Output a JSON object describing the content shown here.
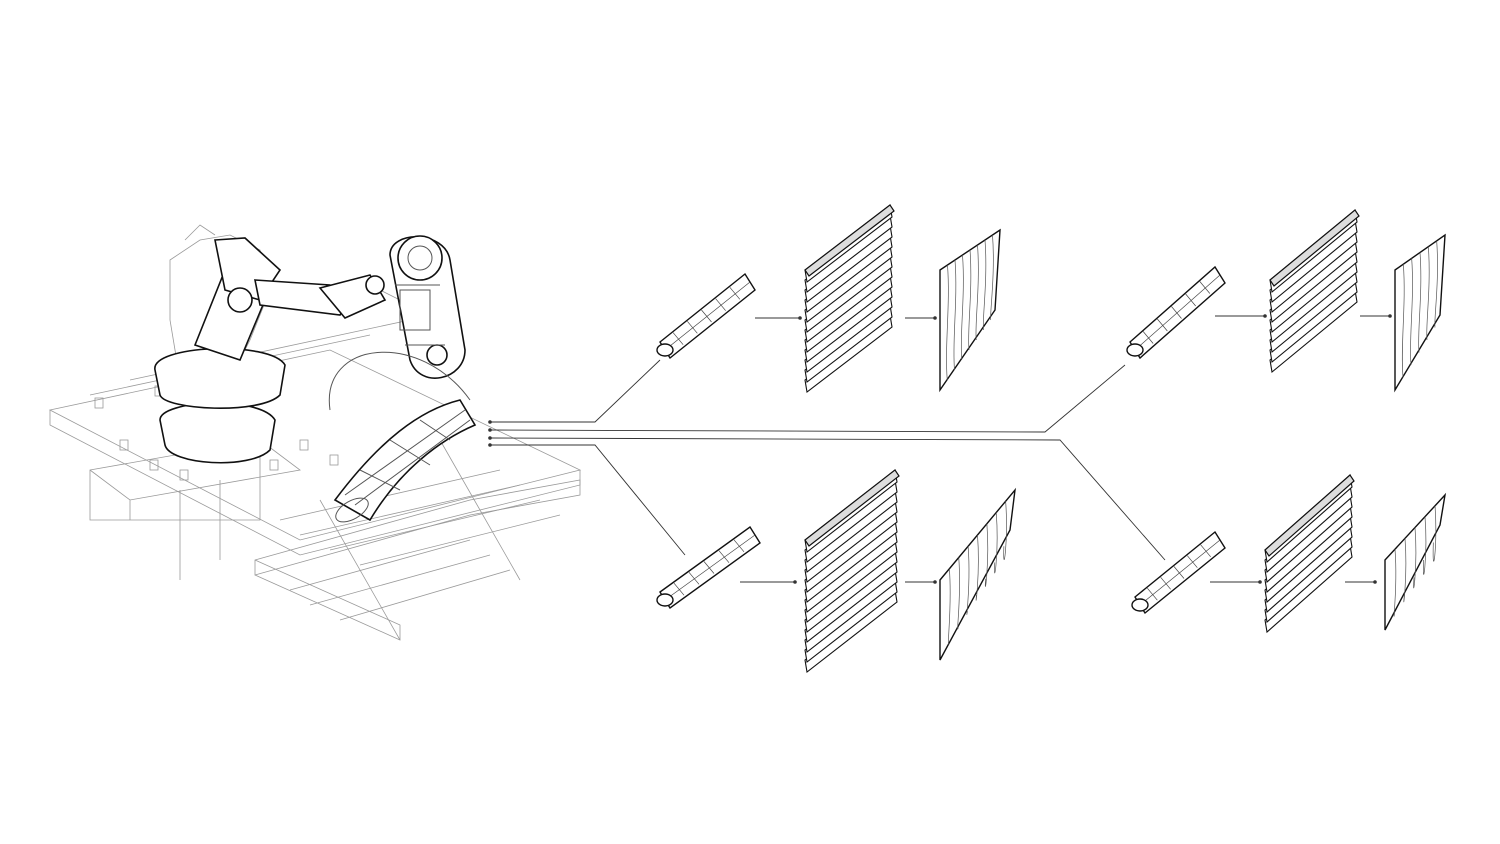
{
  "colors": {
    "background": "#ffffff",
    "line": "#111111",
    "ghost": "#9a9a9a"
  },
  "branches": [
    {
      "id": "top-left",
      "slices": 12,
      "sheet_strips": 8
    },
    {
      "id": "bottom-left",
      "slices": 13,
      "sheet_strips": 8
    },
    {
      "id": "top-right",
      "slices": 9,
      "sheet_strips": 6
    },
    {
      "id": "bottom-right",
      "slices": 8,
      "sheet_strips": 6
    }
  ]
}
